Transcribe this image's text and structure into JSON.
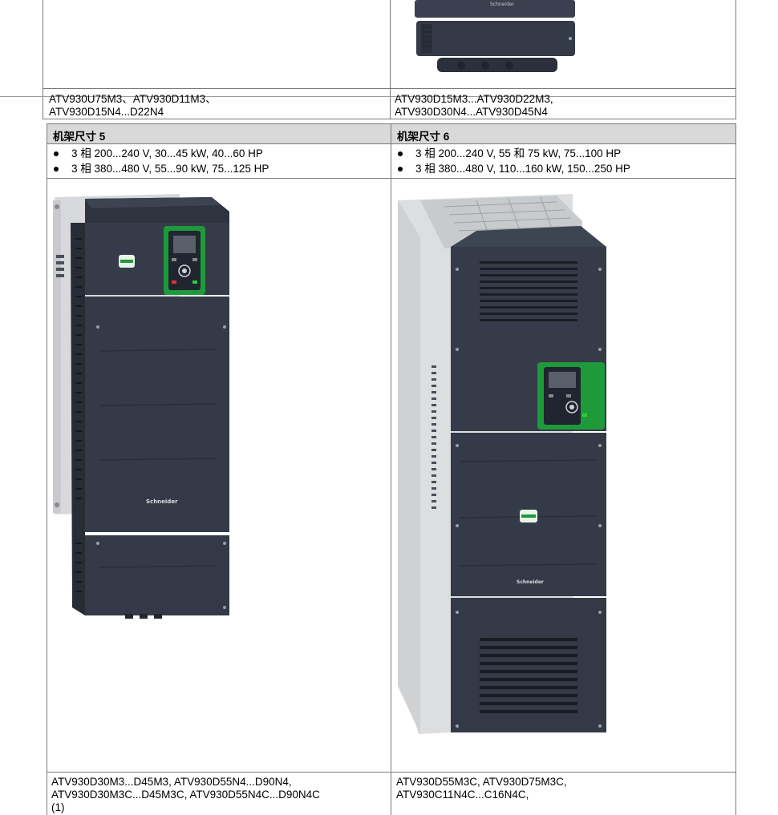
{
  "top_row": {
    "left_models": [
      "ATV930U75M3、ATV930D11M3、",
      "ATV930D15N4...D22N4"
    ],
    "right_models": [
      "ATV930D15M3...ATV930D22M3,",
      "ATV930D30N4...ATV930D45N4"
    ]
  },
  "frames": [
    {
      "header": "机架尺寸 5",
      "bullets": [
        "3 相 200...240 V, 30...45 kW, 40...60 HP",
        "3 相 380...480 V, 55...90 kW, 75...125 HP"
      ],
      "models": [
        "ATV930D30M3...D45M3, ATV930D55N4...D90N4,",
        "ATV930D30M3C...D45M3C, ATV930D55N4C...D90N4C",
        "(1)"
      ]
    },
    {
      "header": "机架尺寸 6",
      "bullets": [
        "3 相 200...240 V, 55 和 75 kW, 75...100 HP",
        "3 相 380...480 V, 110...160 kW, 150...250 HP"
      ],
      "models": [
        "ATV930D55M3C, ATV930D75M3C,",
        "ATV930C11N4C...C16N4C,"
      ]
    }
  ],
  "colors": {
    "drive_body": "#343a48",
    "keypad_green": "#1f9a3a",
    "header_bg": "#d9d9d9"
  },
  "icons": [
    "drive-frame-4-image",
    "drive-frame-5-image",
    "drive-frame-6-image"
  ]
}
